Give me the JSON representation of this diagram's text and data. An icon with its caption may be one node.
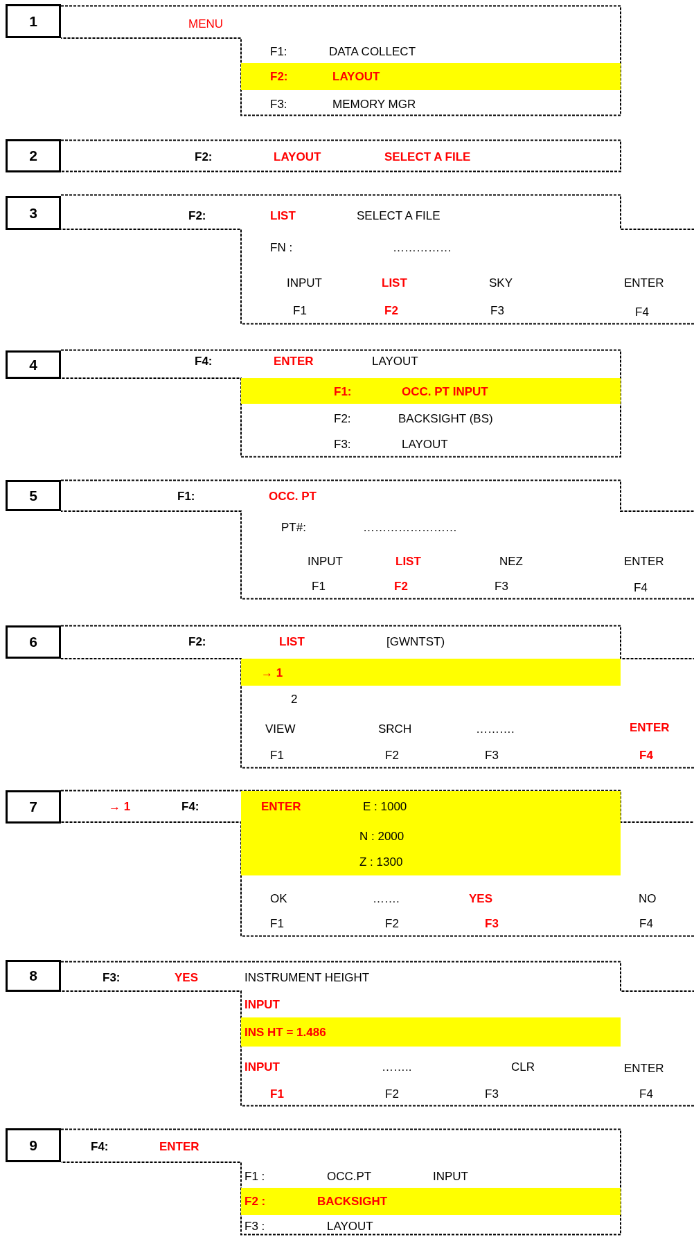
{
  "diagram": {
    "nodes": [
      {
        "text": [
          "1"
        ]
      },
      {
        "text": [
          "MENU",
          "F1:",
          "DATA COLLECT",
          "F3:",
          "MEMORY MGR"
        ]
      },
      {
        "text": [
          "F2:",
          "LAYOUT"
        ],
        "in": 1
      },
      {
        "text": [
          "2"
        ]
      },
      {
        "text": [
          "F2:",
          "LAYOUT",
          "SELECT A FILE"
        ]
      },
      {
        "text": [
          "3"
        ]
      },
      {
        "text": [
          "F2:",
          "LIST",
          "SELECT A FILE",
          "FN :",
          "……………",
          "INPUT",
          "LIST",
          "SKY",
          "ENTER",
          "F1",
          "F2",
          "F3",
          "F4"
        ]
      },
      {
        "text": [
          "4"
        ]
      },
      {
        "text": [
          "F4:",
          "ENTER",
          "LAYOUT",
          "F2:",
          "BACKSIGHT (BS)",
          "F3:",
          "LAYOUT"
        ]
      },
      {
        "text": [
          "F1:",
          "OCC. PT INPUT"
        ],
        "in": 8
      },
      {
        "text": [
          "5"
        ]
      },
      {
        "text": [
          "F1:",
          "OCC. PT",
          "PT#:",
          "……………………",
          "INPUT",
          "LIST",
          "NEZ",
          "ENTER",
          "F1",
          "F2",
          "F3",
          "F4"
        ]
      },
      {
        "text": [
          "6"
        ]
      },
      {
        "text": [
          "F2:",
          "LIST",
          "[GWNTST)",
          "2",
          "VIEW",
          "SRCH",
          "……….",
          "ENTER",
          "F1",
          "F2",
          "F3",
          "F4"
        ]
      },
      {
        "text": [
          "→ 1"
        ],
        "in": 13
      },
      {
        "text": [
          "7"
        ]
      },
      {
        "text": [
          "→ 1",
          "F4:",
          "OK",
          "…….",
          "YES",
          "NO",
          "F1",
          "F2",
          "F3",
          "F4"
        ]
      },
      {
        "text": [
          "ENTER",
          "E : 1000",
          "N : 2000",
          "Z : 1300"
        ],
        "in": 16
      },
      {
        "text": [
          "8"
        ]
      },
      {
        "text": [
          "F3:",
          "YES",
          "INSTRUMENT HEIGHT",
          "INPUT",
          "INPUT",
          "……..",
          "CLR",
          "ENTER",
          "F1",
          "F2",
          "F3",
          "F4"
        ]
      },
      {
        "text": [
          "INS HT = 1.486"
        ],
        "in": 19
      },
      {
        "text": [
          "9"
        ]
      },
      {
        "text": [
          "F4:",
          "ENTER",
          "F1 :",
          "OCC.PT",
          "INPUT",
          "F3 :",
          "LAYOUT"
        ]
      },
      {
        "text": [
          "F2 :",
          "BACKSIGHT"
        ],
        "in": 22
      }
    ]
  }
}
